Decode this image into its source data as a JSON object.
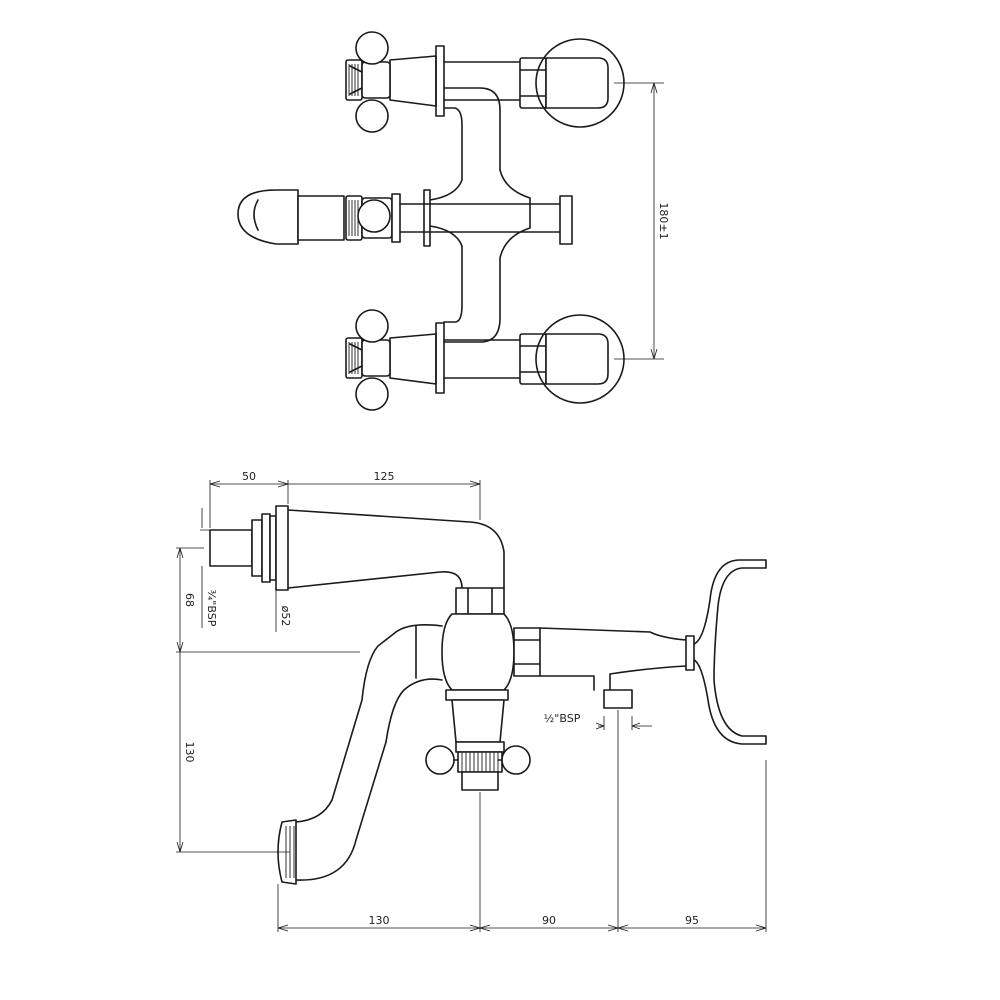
{
  "dimensions": {
    "top_height": "180±1",
    "spout_reach": "125",
    "inlet_length": "50",
    "depth_68": "68",
    "depth_130": "130",
    "bottom_130": "130",
    "bottom_90": "90",
    "bottom_95": "95",
    "thread_inlet": "¾\"BSP",
    "diameter_flange": "ø52",
    "thread_outlet": "½\"BSP"
  },
  "colors": {
    "line": "#1a1a1a",
    "background": "#ffffff"
  }
}
